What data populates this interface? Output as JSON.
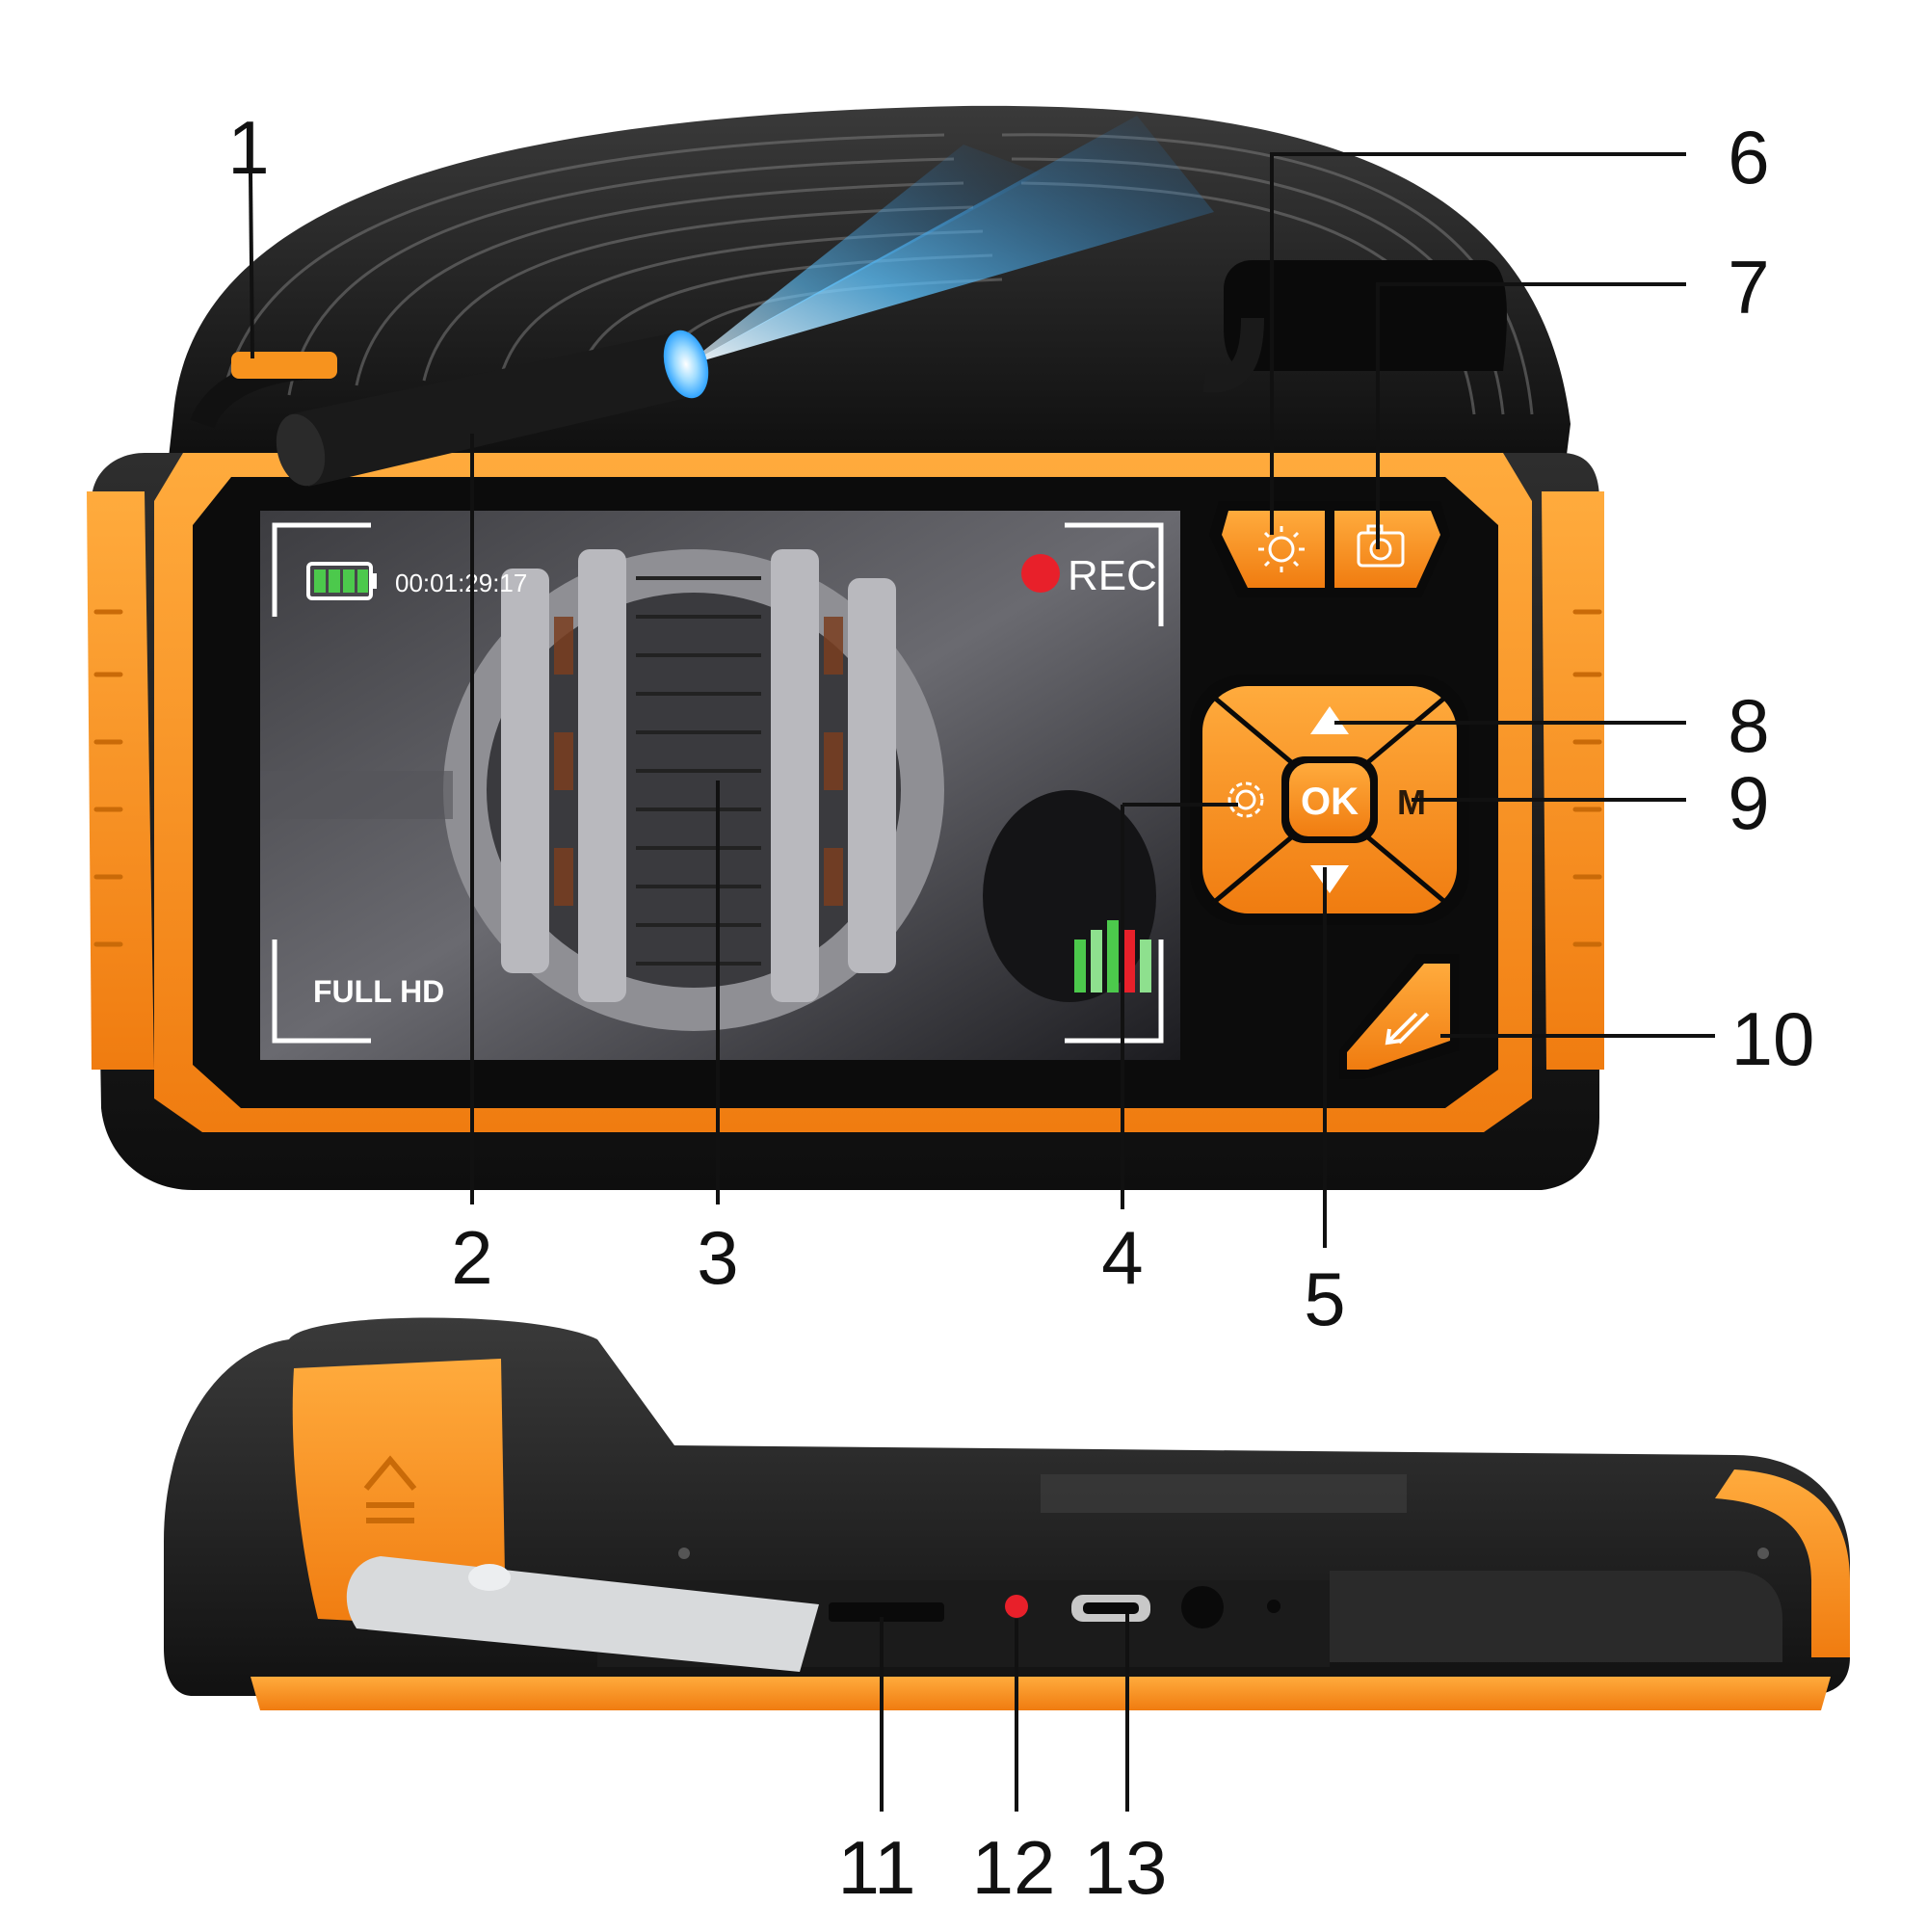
{
  "screen": {
    "time": "00:01:29:17",
    "rec_label": "REC",
    "resolution": "FULL HD"
  },
  "buttons": {
    "ok_label": "OK",
    "menu_label": "M"
  },
  "callouts": [
    {
      "id": "1",
      "label": "1"
    },
    {
      "id": "2",
      "label": "2"
    },
    {
      "id": "3",
      "label": "3"
    },
    {
      "id": "4",
      "label": "4"
    },
    {
      "id": "5",
      "label": "5"
    },
    {
      "id": "6",
      "label": "6"
    },
    {
      "id": "7",
      "label": "7"
    },
    {
      "id": "8",
      "label": "8"
    },
    {
      "id": "9",
      "label": "9"
    },
    {
      "id": "10",
      "label": "10"
    },
    {
      "id": "11",
      "label": "11"
    },
    {
      "id": "12",
      "label": "12"
    },
    {
      "id": "13",
      "label": "13"
    }
  ],
  "icons": {
    "brightness": "sun-icon",
    "capture": "camera-icon",
    "up": "arrow-up-icon",
    "down": "arrow-down-icon",
    "settings": "gear-icon",
    "exit": "back-icon",
    "battery": "battery-icon"
  },
  "colors": {
    "accent_orange": "#f7931e",
    "body_black": "#1a1a1a",
    "rec_red": "#e8202a",
    "battery_green": "#4cc94c",
    "led_blue": "#2fa3ff"
  }
}
